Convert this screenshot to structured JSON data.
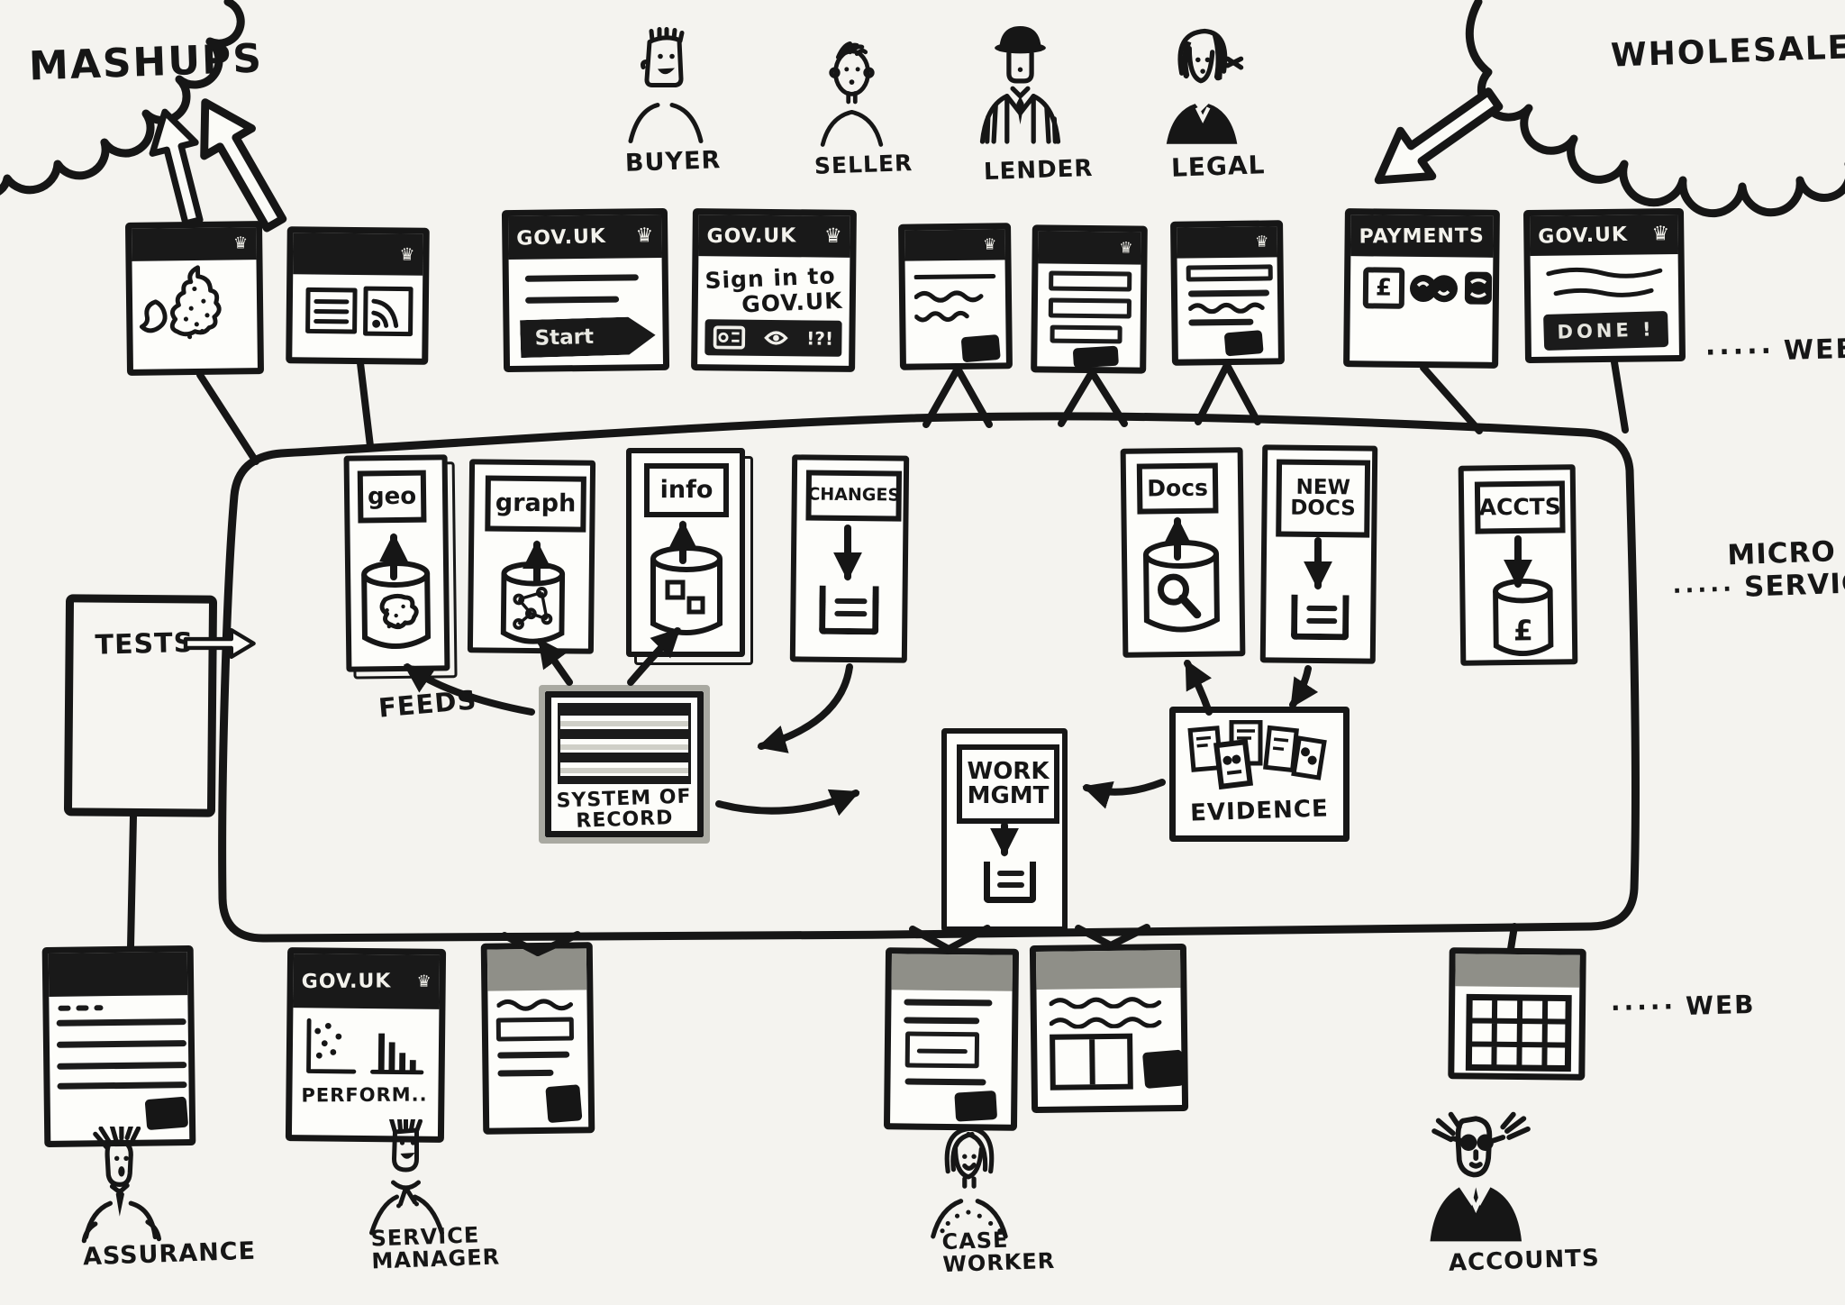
{
  "icons": {
    "crown": "♛",
    "pound": "£"
  },
  "clouds": {
    "mashups": "MASHUPS",
    "wholesalers": "WHOLESALERS"
  },
  "personas_top": [
    {
      "label": "BUYER"
    },
    {
      "label": "SELLER"
    },
    {
      "label": "LENDER"
    },
    {
      "label": "LEGAL"
    }
  ],
  "web_top": {
    "dots": "·····",
    "section_label": "WEB",
    "start_thumb": {
      "header": "GOV.UK",
      "button": "Start"
    },
    "signin_thumb": {
      "header": "GOV.UK",
      "title_line1": "Sign in to",
      "title_line2": "GOV.UK",
      "toolbar_text": "!?!"
    },
    "payments_thumb": {
      "header": "PAYMENTS"
    },
    "done_thumb": {
      "header": "GOV.UK",
      "button": "DONE !"
    }
  },
  "platform": {
    "dots": "·····",
    "label_line1": "MICRO",
    "label_line2": "SERVICES",
    "geo": {
      "label": "geo"
    },
    "graph": {
      "label": "graph"
    },
    "info": {
      "label": "info"
    },
    "changes": {
      "label": "CHANGES"
    },
    "docs": {
      "label": "Docs"
    },
    "new_docs": {
      "line1": "NEW",
      "line2": "DOCS"
    },
    "accts": {
      "label": "ACCTS"
    },
    "system_of_record": {
      "line1": "SYSTEM OF",
      "line2": "RECORD"
    },
    "work_mgmt": {
      "line1": "WORK",
      "line2": "MGMT"
    },
    "evidence": {
      "label": "EVIDENCE"
    },
    "feeds_label": "FEEDS"
  },
  "tests_label": "TESTS",
  "web_bottom": {
    "dots": "·····",
    "section_label": "WEB",
    "perform_thumb": {
      "header": "GOV.UK",
      "label": "PERFORM.."
    }
  },
  "personas_bottom": [
    {
      "line1": "ASSURANCE",
      "line2": ""
    },
    {
      "line1": "SERVICE",
      "line2": "MANAGER"
    },
    {
      "line1": "CASE",
      "line2": "WORKER"
    },
    {
      "line1": "ACCOUNTS",
      "line2": ""
    }
  ]
}
